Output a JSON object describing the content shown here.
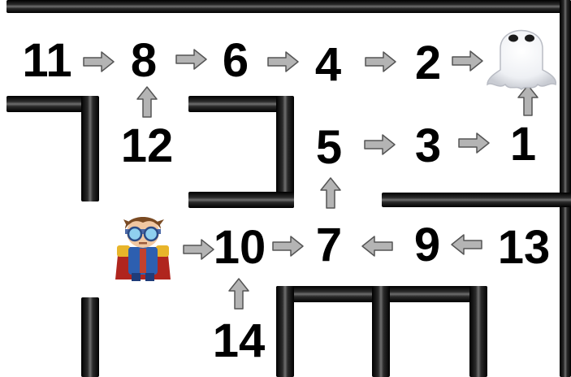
{
  "maze": {
    "cells": [
      {
        "id": "cell-11",
        "label": "11"
      },
      {
        "id": "cell-8",
        "label": "8"
      },
      {
        "id": "cell-6",
        "label": "6"
      },
      {
        "id": "cell-4",
        "label": "4"
      },
      {
        "id": "cell-2",
        "label": "2"
      },
      {
        "id": "cell-12",
        "label": "12"
      },
      {
        "id": "cell-5",
        "label": "5"
      },
      {
        "id": "cell-3",
        "label": "3"
      },
      {
        "id": "cell-1",
        "label": "1"
      },
      {
        "id": "cell-10",
        "label": "10"
      },
      {
        "id": "cell-7",
        "label": "7"
      },
      {
        "id": "cell-9",
        "label": "9"
      },
      {
        "id": "cell-13",
        "label": "13"
      },
      {
        "id": "cell-14",
        "label": "14"
      }
    ],
    "arrows": [
      {
        "from": "11",
        "to": "8",
        "direction": "right"
      },
      {
        "from": "8",
        "to": "6",
        "direction": "right"
      },
      {
        "from": "6",
        "to": "4",
        "direction": "right"
      },
      {
        "from": "4",
        "to": "2",
        "direction": "right"
      },
      {
        "from": "2",
        "to": "ghost",
        "direction": "right"
      },
      {
        "from": "12",
        "to": "8",
        "direction": "up"
      },
      {
        "from": "1",
        "to": "ghost",
        "direction": "up"
      },
      {
        "from": "5",
        "to": "3",
        "direction": "right"
      },
      {
        "from": "3",
        "to": "1",
        "direction": "right"
      },
      {
        "from": "7",
        "to": "5",
        "direction": "up"
      },
      {
        "from": "hero",
        "to": "10",
        "direction": "right"
      },
      {
        "from": "10",
        "to": "7",
        "direction": "right"
      },
      {
        "from": "9",
        "to": "7",
        "direction": "left"
      },
      {
        "from": "13",
        "to": "9",
        "direction": "left"
      },
      {
        "from": "14",
        "to": "10",
        "direction": "up"
      }
    ],
    "characters": {
      "ghost": {
        "icon": "ghost-icon"
      },
      "hero": {
        "icon": "hero-character-icon"
      }
    },
    "colors": {
      "wall": "#111111",
      "arrow_fill": "#b4b4b4",
      "arrow_stroke": "#555555",
      "number": "#000000",
      "background": "#ffffff"
    }
  }
}
